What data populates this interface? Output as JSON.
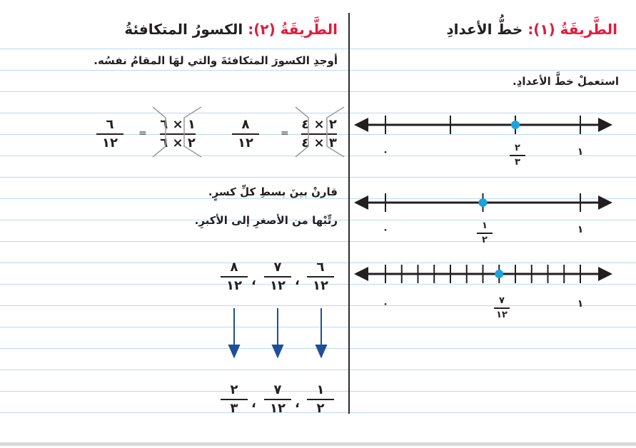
{
  "colors": {
    "method_heading": "#e21b3c",
    "rule_lines": "#b9dcea",
    "point": "#1ba3df",
    "arrow": "#1f4e9a",
    "divider": "#2a2a2a",
    "bracket": "#9a9a9a"
  },
  "method1": {
    "label": "الطَّريقَةُ (١):",
    "title": "خطُّ الأعدادِ",
    "instruction": "استعملْ خطَّ الأعدادِ.",
    "number_lines": [
      {
        "start_label": "٠",
        "end_label": "١",
        "subdivisions": 3,
        "point_value": 0.6667,
        "point_fraction": {
          "numerator": "٢",
          "denominator": "٣"
        }
      },
      {
        "start_label": "٠",
        "end_label": "١",
        "subdivisions": 2,
        "point_value": 0.5,
        "point_fraction": {
          "numerator": "١",
          "denominator": "٢"
        }
      },
      {
        "start_label": "٠",
        "end_label": "١",
        "subdivisions": 12,
        "point_value": 0.5833,
        "point_fraction": {
          "numerator": "٧",
          "denominator": "١٢"
        }
      }
    ]
  },
  "method2": {
    "label": "الطَّريقَةُ (٢):",
    "title": "الكسورُ المتكافئةُ",
    "instruction1": "أوجدِ الكسورَ المتكافئةَ والتي لهَا المقامُ نفسُه.",
    "equivalences": [
      {
        "fraction": {
          "numerator": "٢",
          "denominator": "٣"
        },
        "top": "٢ × ٤",
        "bottom": "٣ × ٤",
        "result": {
          "numerator": "٨",
          "denominator": "١٢"
        }
      },
      {
        "fraction": {
          "numerator": "١",
          "denominator": "٢"
        },
        "top": "١ × ٦",
        "bottom": "٢ × ٦",
        "result": {
          "numerator": "٦",
          "denominator": "١٢"
        }
      }
    ],
    "equals_sign": "=",
    "instruction2": "قارنْ بينَ بسطِ كلِّ كسرٍ.",
    "instruction3": "رتِّبْها من الأصغرِ إلى الأكبرِ.",
    "separator": "،",
    "ordered_twelfths": [
      {
        "numerator": "٦",
        "denominator": "١٢"
      },
      {
        "numerator": "٧",
        "denominator": "١٢"
      },
      {
        "numerator": "٨",
        "denominator": "١٢"
      }
    ],
    "ordered_original": [
      {
        "numerator": "١",
        "denominator": "٢"
      },
      {
        "numerator": "٧",
        "denominator": "١٢"
      },
      {
        "numerator": "٢",
        "denominator": "٣"
      }
    ]
  }
}
